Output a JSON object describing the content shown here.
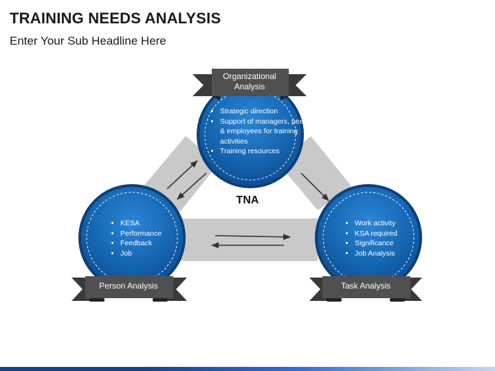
{
  "header": {
    "title": "TRAINING NEEDS ANALYSIS",
    "subtitle": "Enter Your Sub Headline Here"
  },
  "diagram": {
    "center_label": "TNA",
    "colors": {
      "circle_fill": "#1565b0",
      "circle_ring": "#0d3f78",
      "connector": "#c8c8c8",
      "banner": "#4a4a4a",
      "banner_fold": "#2b2b2b"
    },
    "nodes": {
      "organizational": {
        "banner": "Organizational Analysis",
        "items": [
          "Strategic direction",
          "Support of managers, peer & employees for training activities",
          "Training resources"
        ]
      },
      "person": {
        "banner": "Person Analysis",
        "items": [
          "KESA",
          "Performance",
          "Feedback",
          "Job"
        ]
      },
      "task": {
        "banner": "Task Analysis",
        "items": [
          "Work activity",
          "KSA required",
          "Significance",
          "Job Analysis"
        ]
      }
    },
    "arrows": [
      {
        "from": "person",
        "to": "organizational",
        "icon": "arrow-icon"
      },
      {
        "from": "organizational",
        "to": "person",
        "icon": "arrow-icon"
      },
      {
        "from": "organizational",
        "to": "task",
        "icon": "arrow-icon"
      },
      {
        "from": "person",
        "to": "task",
        "icon": "arrow-icon"
      },
      {
        "from": "task",
        "to": "person",
        "icon": "arrow-icon"
      }
    ]
  }
}
